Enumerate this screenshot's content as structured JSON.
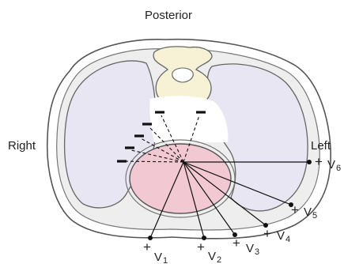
{
  "labels": {
    "posterior": "Posterior",
    "right": "Right",
    "left": "Left"
  },
  "leads": [
    {
      "symbol": "+",
      "name": "V",
      "sub": "1"
    },
    {
      "symbol": "+",
      "name": "V",
      "sub": "2"
    },
    {
      "symbol": "+",
      "name": "V",
      "sub": "3"
    },
    {
      "symbol": "+",
      "name": "V",
      "sub": "4"
    },
    {
      "symbol": "+",
      "name": "V",
      "sub": "5"
    },
    {
      "symbol": "+",
      "name": "V",
      "sub": "6"
    }
  ],
  "colors": {
    "heart": "#f2c9d2",
    "lung": "#e8e6f2",
    "body_outline": "#555555",
    "spine": "#f7f2d6"
  }
}
